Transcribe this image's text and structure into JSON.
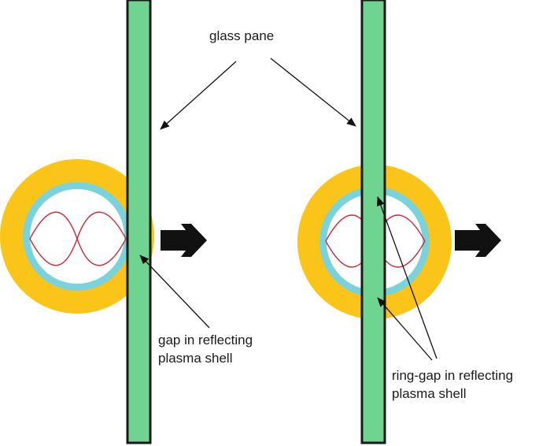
{
  "labels": {
    "glass_pane": "glass pane",
    "gap_line1": "gap in reflecting",
    "gap_line2": "plasma shell",
    "ring_line1": "ring-gap in reflecting",
    "ring_line2": "plasma shell"
  },
  "colors": {
    "glass": "#6fd48f",
    "glass_outline": "#1a1a1a",
    "outer_shell": "#fbc419",
    "inner_shell": "#7ad3dc",
    "wave": "#cc2a36",
    "arrow": "#111111"
  }
}
